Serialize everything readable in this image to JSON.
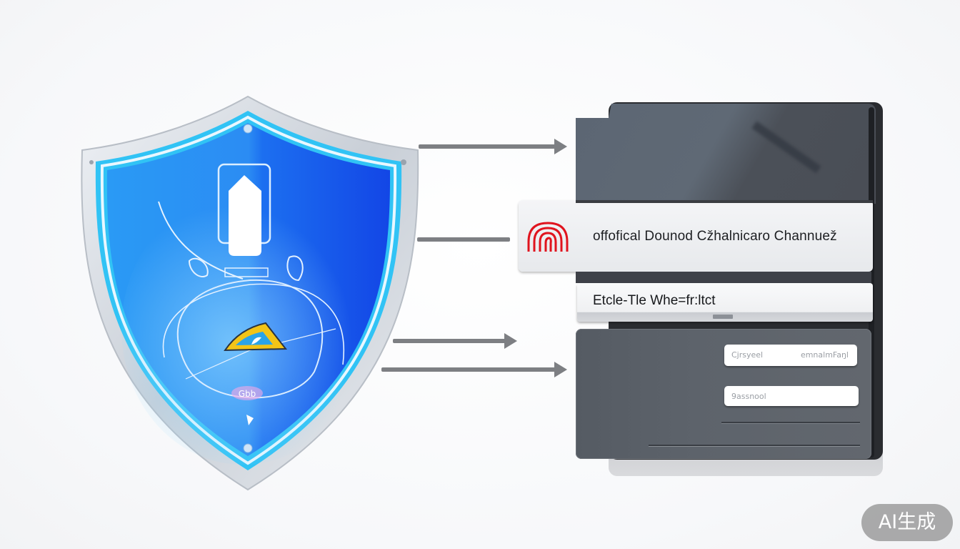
{
  "diagram": {
    "shield": {
      "icon": "security-shield-icon",
      "inner_icons": [
        "lock-tag-icon",
        "warning-triangle-icon"
      ],
      "small_label": "Gbb",
      "colors": {
        "primary": "#1e7bf0",
        "deep": "#1450e8",
        "frame": "#d8dde3",
        "accent": "#f2c417"
      }
    },
    "arrows": [
      {
        "from": "shield",
        "to": "panel-top",
        "has_head": true
      },
      {
        "from": "shield",
        "to": "channel-bar",
        "has_head": false
      },
      {
        "from": "shield",
        "to": "panel-middle",
        "has_head": true
      },
      {
        "from": "shield",
        "to": "panel-bottom",
        "has_head": true
      }
    ],
    "panel": {
      "channel_bar": {
        "icon": "fingerprint-icon",
        "label": "offofical Dounod Cžhalnicaro Channuež",
        "icon_color": "#e0141e"
      },
      "title_bar": {
        "label": "Etcle-Tle Whe=fr:ltct"
      },
      "form": {
        "username_field": {
          "left_text": "Cjrsyeel",
          "right_text": "emnalmFaŋl"
        },
        "password_field": {
          "placeholder": "9assnool"
        }
      },
      "colors": {
        "body": "#5c636b",
        "dark": "#2a2c30",
        "bar": "#eef0f2"
      }
    }
  },
  "badge": {
    "label": "AI生成"
  }
}
